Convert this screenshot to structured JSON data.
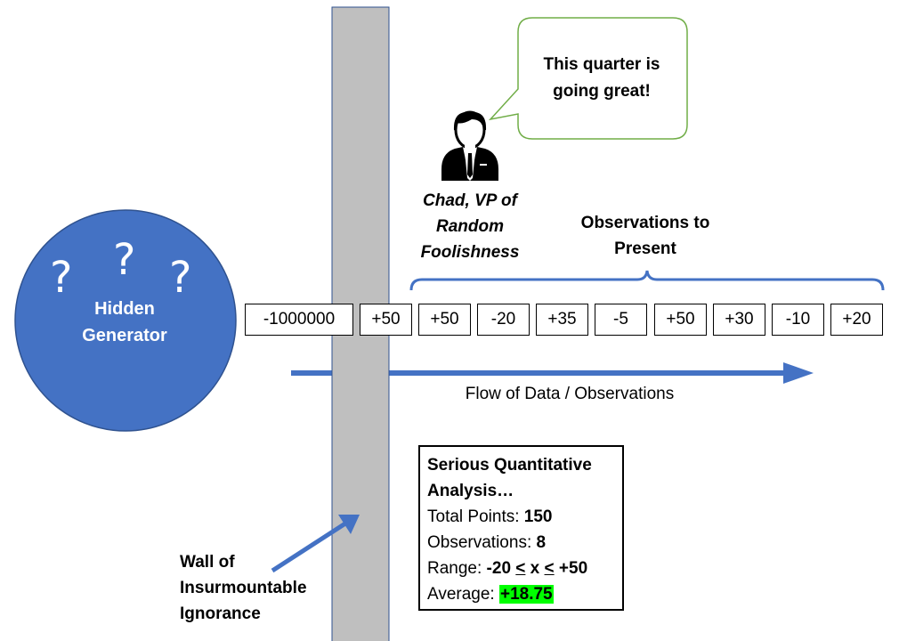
{
  "generator": {
    "label_line1": "Hidden",
    "label_line2": "Generator",
    "question_mark": "?"
  },
  "speech_bubble": {
    "line1": "This quarter is",
    "line2": "going great!"
  },
  "chad": {
    "caption_line1": "Chad, VP of",
    "caption_line2": "Random",
    "caption_line3": "Foolishness",
    "icon": "businessman-icon"
  },
  "observations_bracket": {
    "line1": "Observations to",
    "line2": "Present"
  },
  "observations": [
    "-1000000",
    "+50",
    "+50",
    "-20",
    "+35",
    "-5",
    "+50",
    "+30",
    "-10",
    "+20"
  ],
  "flow": {
    "label": "Flow of Data / Observations"
  },
  "analysis": {
    "title_line1": "Serious Quantitative",
    "title_line2": "Analysis…",
    "total_label": "Total Points: ",
    "total_value": "150",
    "obs_label": "Observations: ",
    "obs_value": "8",
    "range_label": "Range: ",
    "range_low": "-20 ",
    "range_le1": "<",
    "range_x": " x ",
    "range_le2": "<",
    "range_high": " +50",
    "avg_label": "Average: ",
    "avg_value": "+18.75"
  },
  "wall": {
    "line1": "Wall of",
    "line2": "Insurmountable",
    "line3": "Ignorance"
  },
  "colors": {
    "generator": "#4472c4",
    "generator_stroke": "#2f528f",
    "wall": "#bfbfbf",
    "arrow": "#4472c4",
    "bubble_border": "#70ad47",
    "highlight": "#00ff00"
  }
}
